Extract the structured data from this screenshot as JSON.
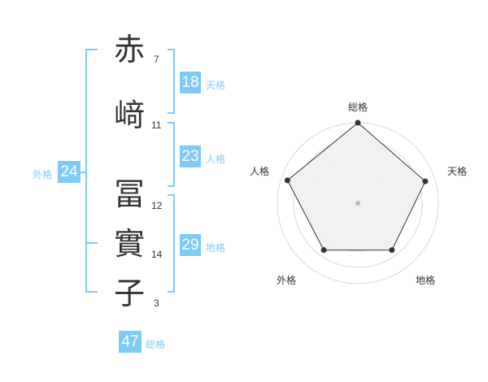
{
  "name": {
    "chars": [
      {
        "kanji": "赤",
        "strokes": "7"
      },
      {
        "kanji": "﨑",
        "strokes": "11"
      },
      {
        "kanji": "冨",
        "strokes": "12"
      },
      {
        "kanji": "實",
        "strokes": "14"
      },
      {
        "kanji": "子",
        "strokes": "3"
      }
    ]
  },
  "kakusu": {
    "tenkaku": {
      "value": "18",
      "label": "天格"
    },
    "jinkaku": {
      "value": "23",
      "label": "人格"
    },
    "chikaku": {
      "value": "29",
      "label": "地格"
    },
    "gaikaku": {
      "value": "24",
      "label": "外格"
    },
    "soukaku": {
      "value": "47",
      "label": "総格"
    }
  },
  "radar": {
    "labels": [
      "総格",
      "天格",
      "地格",
      "外格",
      "人格"
    ],
    "values": [
      1.0,
      0.88,
      0.72,
      0.72,
      0.92
    ],
    "max": 1,
    "fill": "#f0f0f0",
    "stroke": "#333333",
    "accent": "#7fcbf5"
  }
}
